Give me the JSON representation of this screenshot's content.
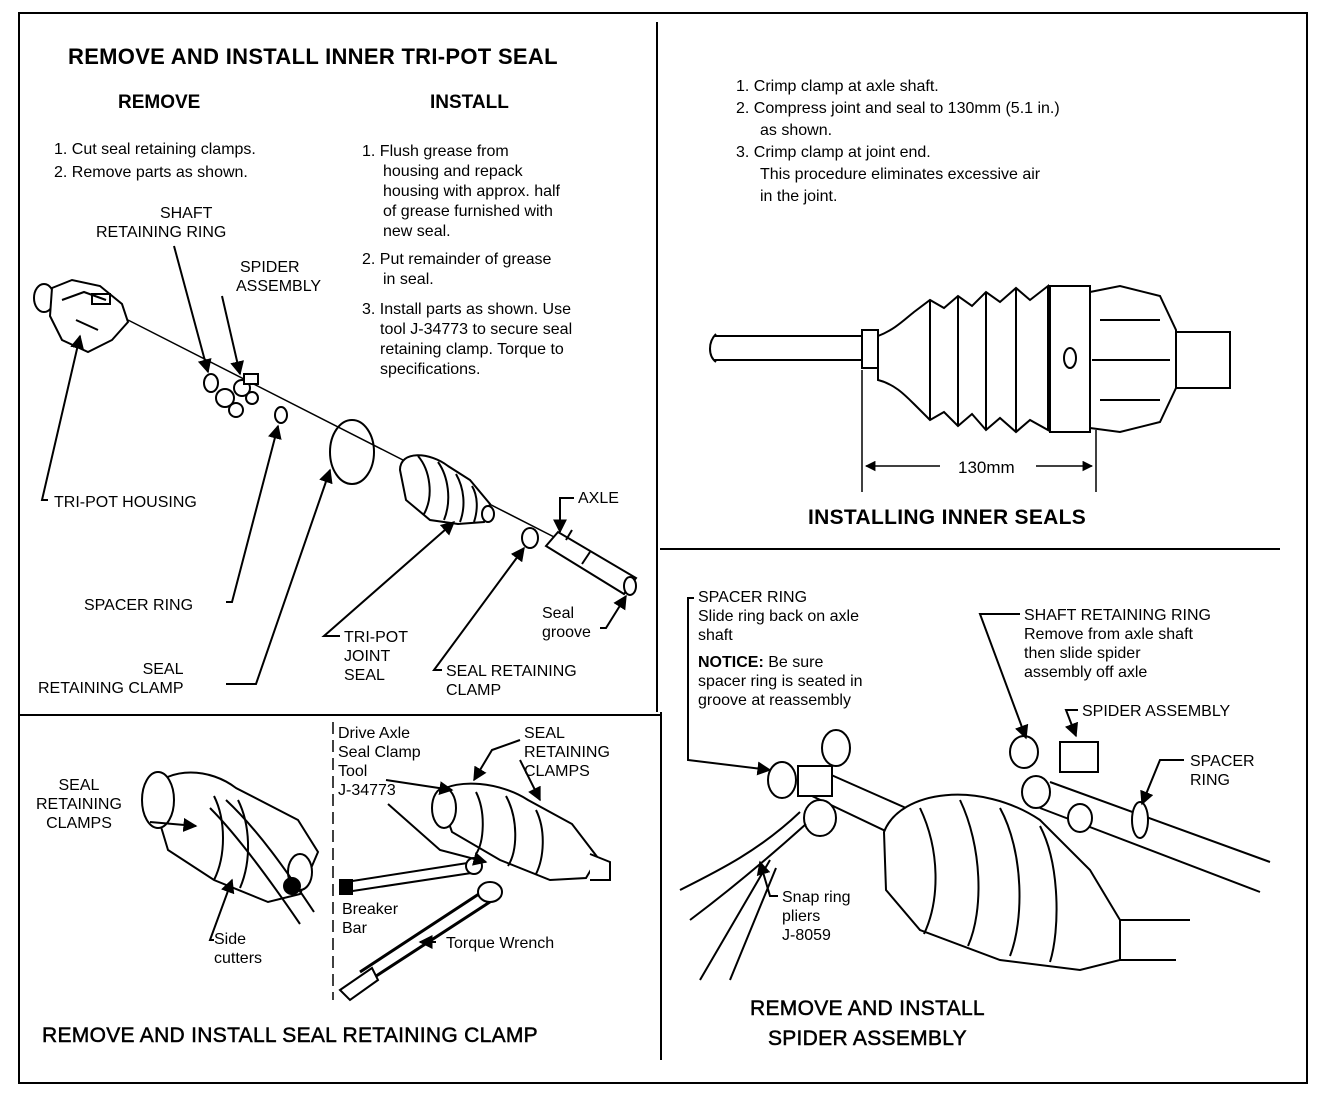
{
  "tripot": {
    "title": "REMOVE AND INSTALL INNER TRI-POT SEAL",
    "remove_heading": "REMOVE",
    "install_heading": "INSTALL",
    "remove_steps": [
      "1. Cut seal retaining clamps.",
      "2. Remove parts as shown."
    ],
    "install_step1": [
      "1. Flush grease from",
      "housing and repack",
      "housing with approx. half",
      "of grease furnished with",
      "new seal."
    ],
    "install_step2": [
      "2. Put remainder of grease",
      "in seal."
    ],
    "install_step3": [
      "3. Install parts as shown. Use",
      "tool J-34773 to secure seal",
      "retaining clamp. Torque to",
      "specifications."
    ],
    "labels": {
      "shaft_retaining_ring": [
        "SHAFT",
        "RETAINING RING"
      ],
      "spider_assembly": [
        "SPIDER",
        "ASSEMBLY"
      ],
      "tripot_housing": "TRI-POT HOUSING",
      "spacer_ring": "SPACER RING",
      "seal_retaining_clamp": [
        "SEAL",
        "RETAINING CLAMP"
      ],
      "tripot_joint_seal": [
        "TRI-POT",
        "JOINT",
        "SEAL"
      ],
      "seal_retaining_clamp2": [
        "SEAL RETAINING",
        "CLAMP"
      ],
      "axle": "AXLE",
      "seal_groove": [
        "Seal",
        "groove"
      ]
    }
  },
  "inner_seals": {
    "steps": [
      "1. Crimp clamp at axle shaft.",
      "2. Compress joint and seal to 130mm (5.1 in.)",
      "as shown.",
      "3. Crimp clamp at joint end.",
      "This procedure eliminates excessive air",
      "in the joint."
    ],
    "dimension": "130mm",
    "caption": "INSTALLING INNER SEALS"
  },
  "clamp": {
    "labels": {
      "seal_retaining_clamps_left": [
        "SEAL",
        "RETAINING",
        "CLAMPS"
      ],
      "side_cutters": [
        "Side",
        "cutters"
      ],
      "tool": [
        "Drive Axle",
        "Seal Clamp",
        "Tool",
        "J-34773"
      ],
      "seal_retaining_clamps_right": [
        "SEAL",
        "RETAINING",
        "CLAMPS"
      ],
      "breaker_bar": [
        "Breaker",
        "Bar"
      ],
      "torque_wrench": "Torque Wrench"
    },
    "caption": "REMOVE AND INSTALL SEAL RETAINING CLAMP"
  },
  "spider": {
    "spacer_ring_label": [
      "SPACER RING",
      "Slide ring back on axle",
      "shaft"
    ],
    "notice_bold": "NOTICE:",
    "notice_text": [
      " Be sure",
      "spacer ring is seated in",
      "groove at reassembly"
    ],
    "shaft_retaining_ring": [
      "SHAFT RETAINING RING",
      "Remove from axle shaft",
      "then slide spider",
      "assembly off axle"
    ],
    "spider_assembly": "SPIDER ASSEMBLY",
    "spacer_ring_right": [
      "SPACER",
      "RING"
    ],
    "snap_ring_pliers": [
      "Snap ring",
      "pliers",
      "J-8059"
    ],
    "caption": [
      "REMOVE AND INSTALL",
      "SPIDER ASSEMBLY"
    ]
  }
}
